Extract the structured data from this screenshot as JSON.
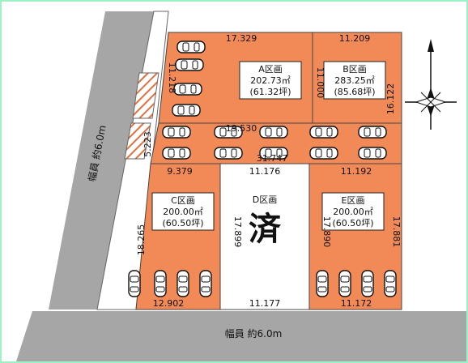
{
  "roads": {
    "left_label": "幅員 約6.0m",
    "bottom_label": "幅員 約6.0m"
  },
  "lots": {
    "A": {
      "name": "A区画",
      "area_m2": "202.73㎡",
      "area_tsubo": "(61.32坪)"
    },
    "B": {
      "name": "B区画",
      "area_m2": "283.25㎡",
      "area_tsubo": "(85.68坪)"
    },
    "C": {
      "name": "C区画",
      "area_m2": "200.00㎡",
      "area_tsubo": "(60.50坪)"
    },
    "D": {
      "name": "D区画",
      "status": "済"
    },
    "E": {
      "name": "E区画",
      "area_m2": "200.00㎡",
      "area_tsubo": "(60.50坪)"
    }
  },
  "dimensions": {
    "a_top": "17.329",
    "b_top": "11.209",
    "a_left": "11.218",
    "b_left": "11.000",
    "b_right": "16.122",
    "drive_top": "19.530",
    "drive_bottom": "31.747",
    "drive_left": "5.223",
    "c_top": "9.379",
    "d_top": "11.176",
    "e_top": "11.192",
    "c_left": "18.265",
    "d_left": "17.899",
    "e_left": "17.890",
    "e_right": "17.881",
    "c_bottom": "12.902",
    "d_bottom": "11.177",
    "e_bottom": "11.172"
  },
  "colors": {
    "lot_fill": "#f28a58",
    "road_fill": "#a6a6a6",
    "border": "#9ef0c8"
  }
}
